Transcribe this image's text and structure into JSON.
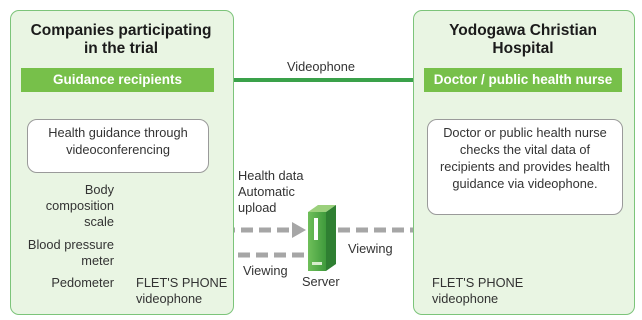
{
  "left": {
    "title_line1": "Companies participating",
    "title_line2": "in the trial",
    "label": "Guidance recipients",
    "callout_line1": "Health guidance through",
    "callout_line2": "videoconferencing",
    "devices": {
      "scale_line1": "Body",
      "scale_line2": "composition",
      "scale_line3": "scale",
      "bp_line1": "Blood pressure",
      "bp_line2": "meter",
      "pedometer": "Pedometer"
    },
    "phone_line1": "FLET'S PHONE",
    "phone_line2": "videophone"
  },
  "right": {
    "title_line1": "Yodogawa Christian",
    "title_line2": "Hospital",
    "label": "Doctor / public health nurse",
    "callout_lines": [
      "Doctor or public health nurse",
      "checks the vital data of",
      "recipients and provides health",
      "guidance via videophone."
    ],
    "phone_line1": "FLET'S PHONE",
    "phone_line2": "videophone"
  },
  "center": {
    "videophone": "Videophone",
    "upload_line1": "Health data",
    "upload_line2": "Automatic",
    "upload_line3": "upload",
    "viewing_right": "Viewing",
    "viewing_left": "Viewing",
    "server": "Server"
  },
  "colors": {
    "panel_fill": "#e9f5e3",
    "panel_border": "#7cc47a",
    "label_green": "#77c04a",
    "arrow_green": "#3aa14a",
    "dashed_gray": "#a6a6a6"
  }
}
